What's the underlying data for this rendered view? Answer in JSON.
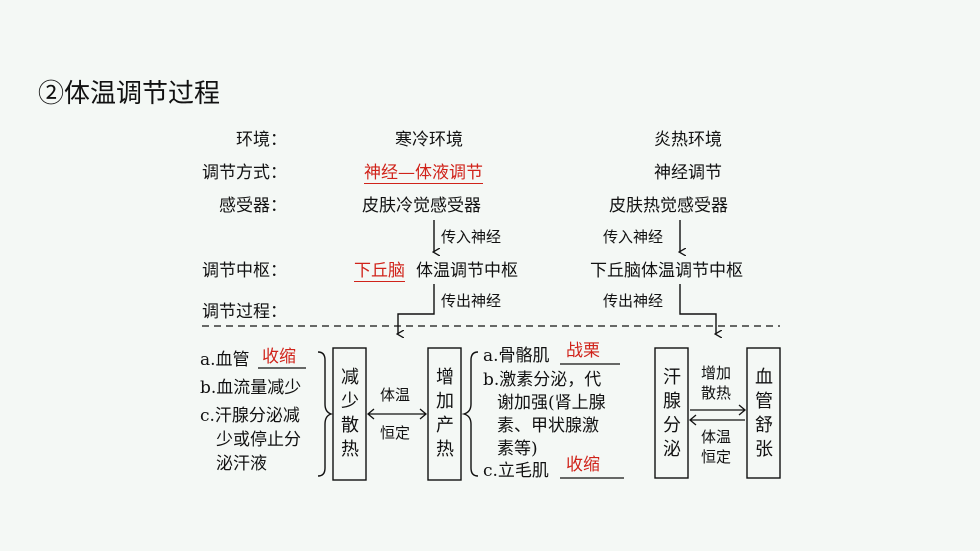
{
  "title": "②体温调节过程",
  "rows": {
    "env_label": "环境：",
    "cold": "寒冷环境",
    "hot": "炎热环境",
    "mode_label": "调节方式：",
    "cold_mode": "神经—体液调节",
    "hot_mode": "神经调节",
    "receptor_label": "感受器：",
    "cold_receptor": "皮肤冷觉感受器",
    "hot_receptor": "皮肤热觉感受器",
    "afferent": "传入神经",
    "center_label": "调节中枢：",
    "cold_center_blank": "下丘脑",
    "cold_center": "体温调节中枢",
    "hot_center": "下丘脑体温调节中枢",
    "efferent": "传出神经",
    "process_label": "调节过程："
  },
  "cold_left": {
    "line_a_prefix": "a.血管",
    "line_a_answer": "收缩",
    "line_b": "b.血流量减少",
    "line_c1": "c.汗腺分泌减",
    "line_c2": "少或停止分",
    "line_c3": "泌汗液",
    "box_reduce": "减少散热",
    "constant_top": "体温",
    "constant_bottom": "恒定",
    "box_increase": "增加产热"
  },
  "cold_right": {
    "line_a_prefix": "a.骨骼肌",
    "line_a_answer": "战栗",
    "line_b1": "b.激素分泌，代",
    "line_b2": "谢加强(肾上腺",
    "line_b3": "素、甲状腺激",
    "line_b4": "素等)",
    "line_c_prefix": "c.立毛肌",
    "line_c_answer": "收缩"
  },
  "hot_section": {
    "box_sweat": "汗腺分泌",
    "increase_top": "增加",
    "increase_bottom": "散热",
    "constant_top": "体温",
    "constant_bottom": "恒定",
    "box_vessel": "血管舒张"
  },
  "colors": {
    "answer": "#d0231a",
    "background": "#f4f8f5"
  }
}
